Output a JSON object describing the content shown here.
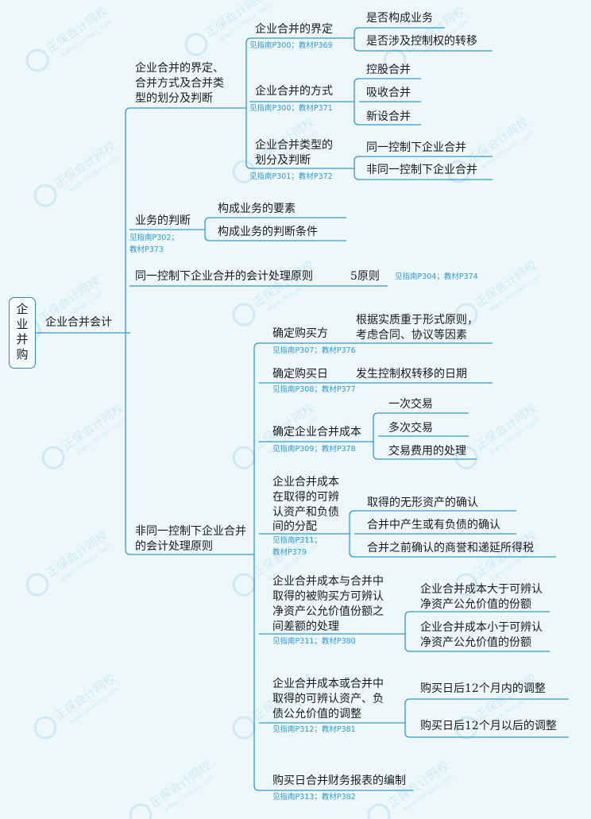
{
  "root": "企业并购",
  "level1": "企业合并会计",
  "branches": {
    "b1": {
      "title_lines": [
        "企业合并的界定、",
        "合并方式及合并类",
        "型的划分及判断"
      ],
      "s1": {
        "title": "企业合并的界定",
        "ref": "见指南P300；教材P369",
        "leaves": [
          "是否构成业务",
          "是否涉及控制权的转移"
        ]
      },
      "s2": {
        "title": "企业合并的方式",
        "ref": "见指南P300；教材P371",
        "leaves": [
          "控股合并",
          "吸收合并",
          "新设合并"
        ]
      },
      "s3": {
        "title_lines": [
          "企业合并类型的",
          "划分及判断"
        ],
        "ref": "见指南P301；教材P372",
        "leaves": [
          "同一控制下企业合并",
          "非同一控制下企业合并"
        ]
      }
    },
    "b2": {
      "title": "业务的判断",
      "ref_lines": [
        "见指南P302；",
        "教材P373"
      ],
      "leaves": [
        "构成业务的要素",
        "构成业务的判断条件"
      ]
    },
    "b3": {
      "title": "同一控制下企业合并的会计处理原则",
      "leaf": "5原则",
      "ref": "见指南P304；教材P374"
    },
    "b4": {
      "title_lines": [
        "非同一控制下企业合并",
        "的会计处理原则"
      ],
      "s1": {
        "title": "确定购买方",
        "ref": "见指南P307；教材P376",
        "leaf_lines": [
          "根据实质重于形式原则，",
          "考虑合同、协议等因素"
        ]
      },
      "s2": {
        "title": "确定购买日",
        "ref": "见指南P308；教材P377",
        "leaf": "发生控制权转移的日期"
      },
      "s3": {
        "title": "确定企业合并成本",
        "ref": "见指南P309；教材P378",
        "leaves": [
          "一次交易",
          "多次交易",
          "交易费用的处理"
        ]
      },
      "s4": {
        "title_lines": [
          "企业合并成本",
          "在取得的可辨",
          "认资产和负债",
          "间的分配"
        ],
        "ref_lines": [
          "见指南P311；",
          "教材P379"
        ],
        "leaves": [
          "取得的无形资产的确认",
          "合并中产生或有负债的确认",
          "合并之前确认的商誉和递延所得税"
        ]
      },
      "s5": {
        "title_lines": [
          "企业合并成本与合并中",
          "取得的被购买方可辨认",
          "净资产公允价值份额之",
          "间差额的处理"
        ],
        "ref": "见指南P311；教材P380",
        "leaf1_lines": [
          "企业合并成本大于可辨认",
          "净资产公允价值的份额"
        ],
        "leaf2_lines": [
          "企业合并成本小于可辨认",
          "净资产公允价值的份额"
        ]
      },
      "s6": {
        "title_lines": [
          "企业合并成本或合并中",
          "取得的可辨认资产、负",
          "债公允价值的调整"
        ],
        "ref": "见指南P312；教材P381",
        "leaves": [
          "购买日后12个月内的调整",
          "购买日后12个月以后的调整"
        ]
      },
      "s7": {
        "title": "购买日合并财务报表的编制",
        "ref": "见指南P313；教材P382"
      }
    }
  },
  "watermark": {
    "text": "正保会计网校",
    "sub": "www.chinaacc.com"
  },
  "colors": {
    "line": "#2c9bd6",
    "ref": "#2c9bd6",
    "background": "#eef8fb"
  }
}
